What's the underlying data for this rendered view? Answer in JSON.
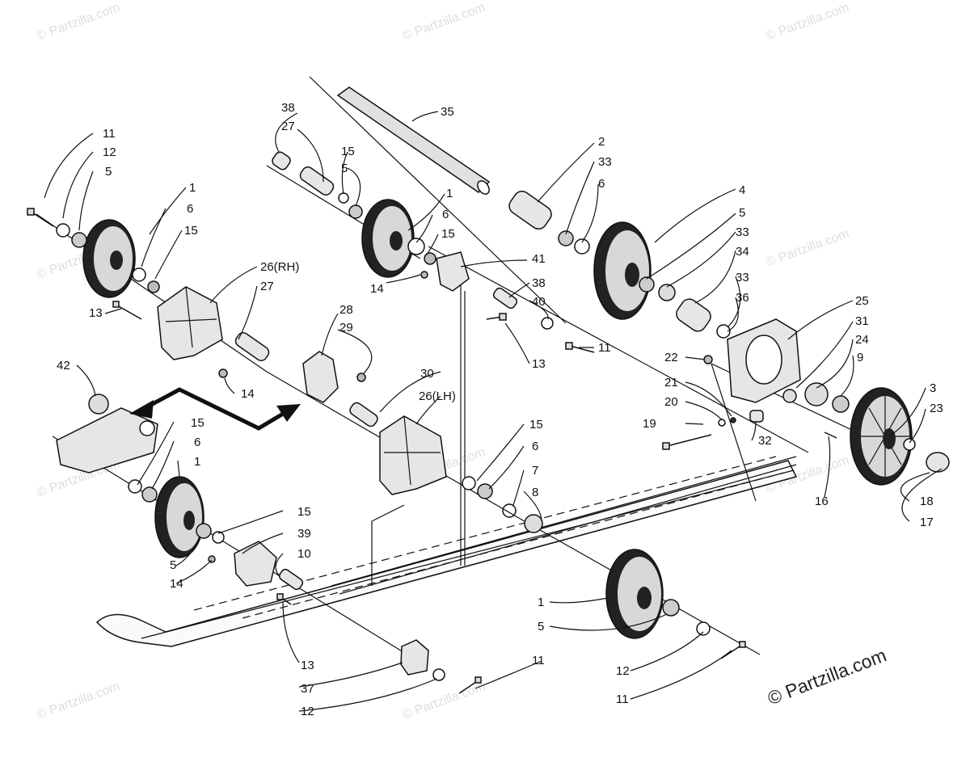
{
  "watermark": {
    "text": "© Partzilla.com"
  },
  "copyright": "© Partzilla.com",
  "annotations": {
    "rh": "26(RH)",
    "lh": "26(LH)"
  },
  "callouts": [
    {
      "id": "c01",
      "text": "11"
    },
    {
      "id": "c02",
      "text": "12"
    },
    {
      "id": "c03",
      "text": "5"
    },
    {
      "id": "c04",
      "text": "1"
    },
    {
      "id": "c05",
      "text": "6"
    },
    {
      "id": "c06",
      "text": "15"
    },
    {
      "id": "c07",
      "text": "26(RH)"
    },
    {
      "id": "c08",
      "text": "27"
    },
    {
      "id": "c09",
      "text": "13"
    },
    {
      "id": "c10",
      "text": "42"
    },
    {
      "id": "c11",
      "text": "14"
    },
    {
      "id": "c12",
      "text": "28"
    },
    {
      "id": "c13",
      "text": "29"
    },
    {
      "id": "c14",
      "text": "38"
    },
    {
      "id": "c15",
      "text": "27"
    },
    {
      "id": "c16",
      "text": "15"
    },
    {
      "id": "c17",
      "text": "5"
    },
    {
      "id": "c18",
      "text": "1"
    },
    {
      "id": "c19",
      "text": "6"
    },
    {
      "id": "c20",
      "text": "15"
    },
    {
      "id": "c21",
      "text": "35"
    },
    {
      "id": "c22",
      "text": "41"
    },
    {
      "id": "c23",
      "text": "14"
    },
    {
      "id": "c24",
      "text": "38"
    },
    {
      "id": "c25",
      "text": "40"
    },
    {
      "id": "c26",
      "text": "13"
    },
    {
      "id": "c27",
      "text": "11"
    },
    {
      "id": "c28",
      "text": "2"
    },
    {
      "id": "c29",
      "text": "33"
    },
    {
      "id": "c30",
      "text": "6"
    },
    {
      "id": "c31",
      "text": "4"
    },
    {
      "id": "c32",
      "text": "5"
    },
    {
      "id": "c33",
      "text": "33"
    },
    {
      "id": "c34",
      "text": "34"
    },
    {
      "id": "c35",
      "text": "33"
    },
    {
      "id": "c36",
      "text": "36"
    },
    {
      "id": "c37",
      "text": "25"
    },
    {
      "id": "c38",
      "text": "31"
    },
    {
      "id": "c39",
      "text": "24"
    },
    {
      "id": "c40",
      "text": "9"
    },
    {
      "id": "c41",
      "text": "22"
    },
    {
      "id": "c42",
      "text": "21"
    },
    {
      "id": "c43",
      "text": "20"
    },
    {
      "id": "c44",
      "text": "19"
    },
    {
      "id": "c45",
      "text": "32"
    },
    {
      "id": "c46",
      "text": "3"
    },
    {
      "id": "c47",
      "text": "23"
    },
    {
      "id": "c48",
      "text": "16"
    },
    {
      "id": "c49",
      "text": "18"
    },
    {
      "id": "c50",
      "text": "17"
    },
    {
      "id": "c51",
      "text": "30"
    },
    {
      "id": "c52",
      "text": "26(LH)"
    },
    {
      "id": "c53",
      "text": "15"
    },
    {
      "id": "c54",
      "text": "6"
    },
    {
      "id": "c55",
      "text": "7"
    },
    {
      "id": "c56",
      "text": "8"
    },
    {
      "id": "c57",
      "text": "15"
    },
    {
      "id": "c58",
      "text": "6"
    },
    {
      "id": "c59",
      "text": "1"
    },
    {
      "id": "c60",
      "text": "15"
    },
    {
      "id": "c61",
      "text": "39"
    },
    {
      "id": "c62",
      "text": "10"
    },
    {
      "id": "c63",
      "text": "5"
    },
    {
      "id": "c64",
      "text": "14"
    },
    {
      "id": "c65",
      "text": "13"
    },
    {
      "id": "c66",
      "text": "37"
    },
    {
      "id": "c67",
      "text": "12"
    },
    {
      "id": "c68",
      "text": "11"
    },
    {
      "id": "c69",
      "text": "1"
    },
    {
      "id": "c70",
      "text": "5"
    },
    {
      "id": "c71",
      "text": "12"
    },
    {
      "id": "c72",
      "text": "11"
    }
  ]
}
